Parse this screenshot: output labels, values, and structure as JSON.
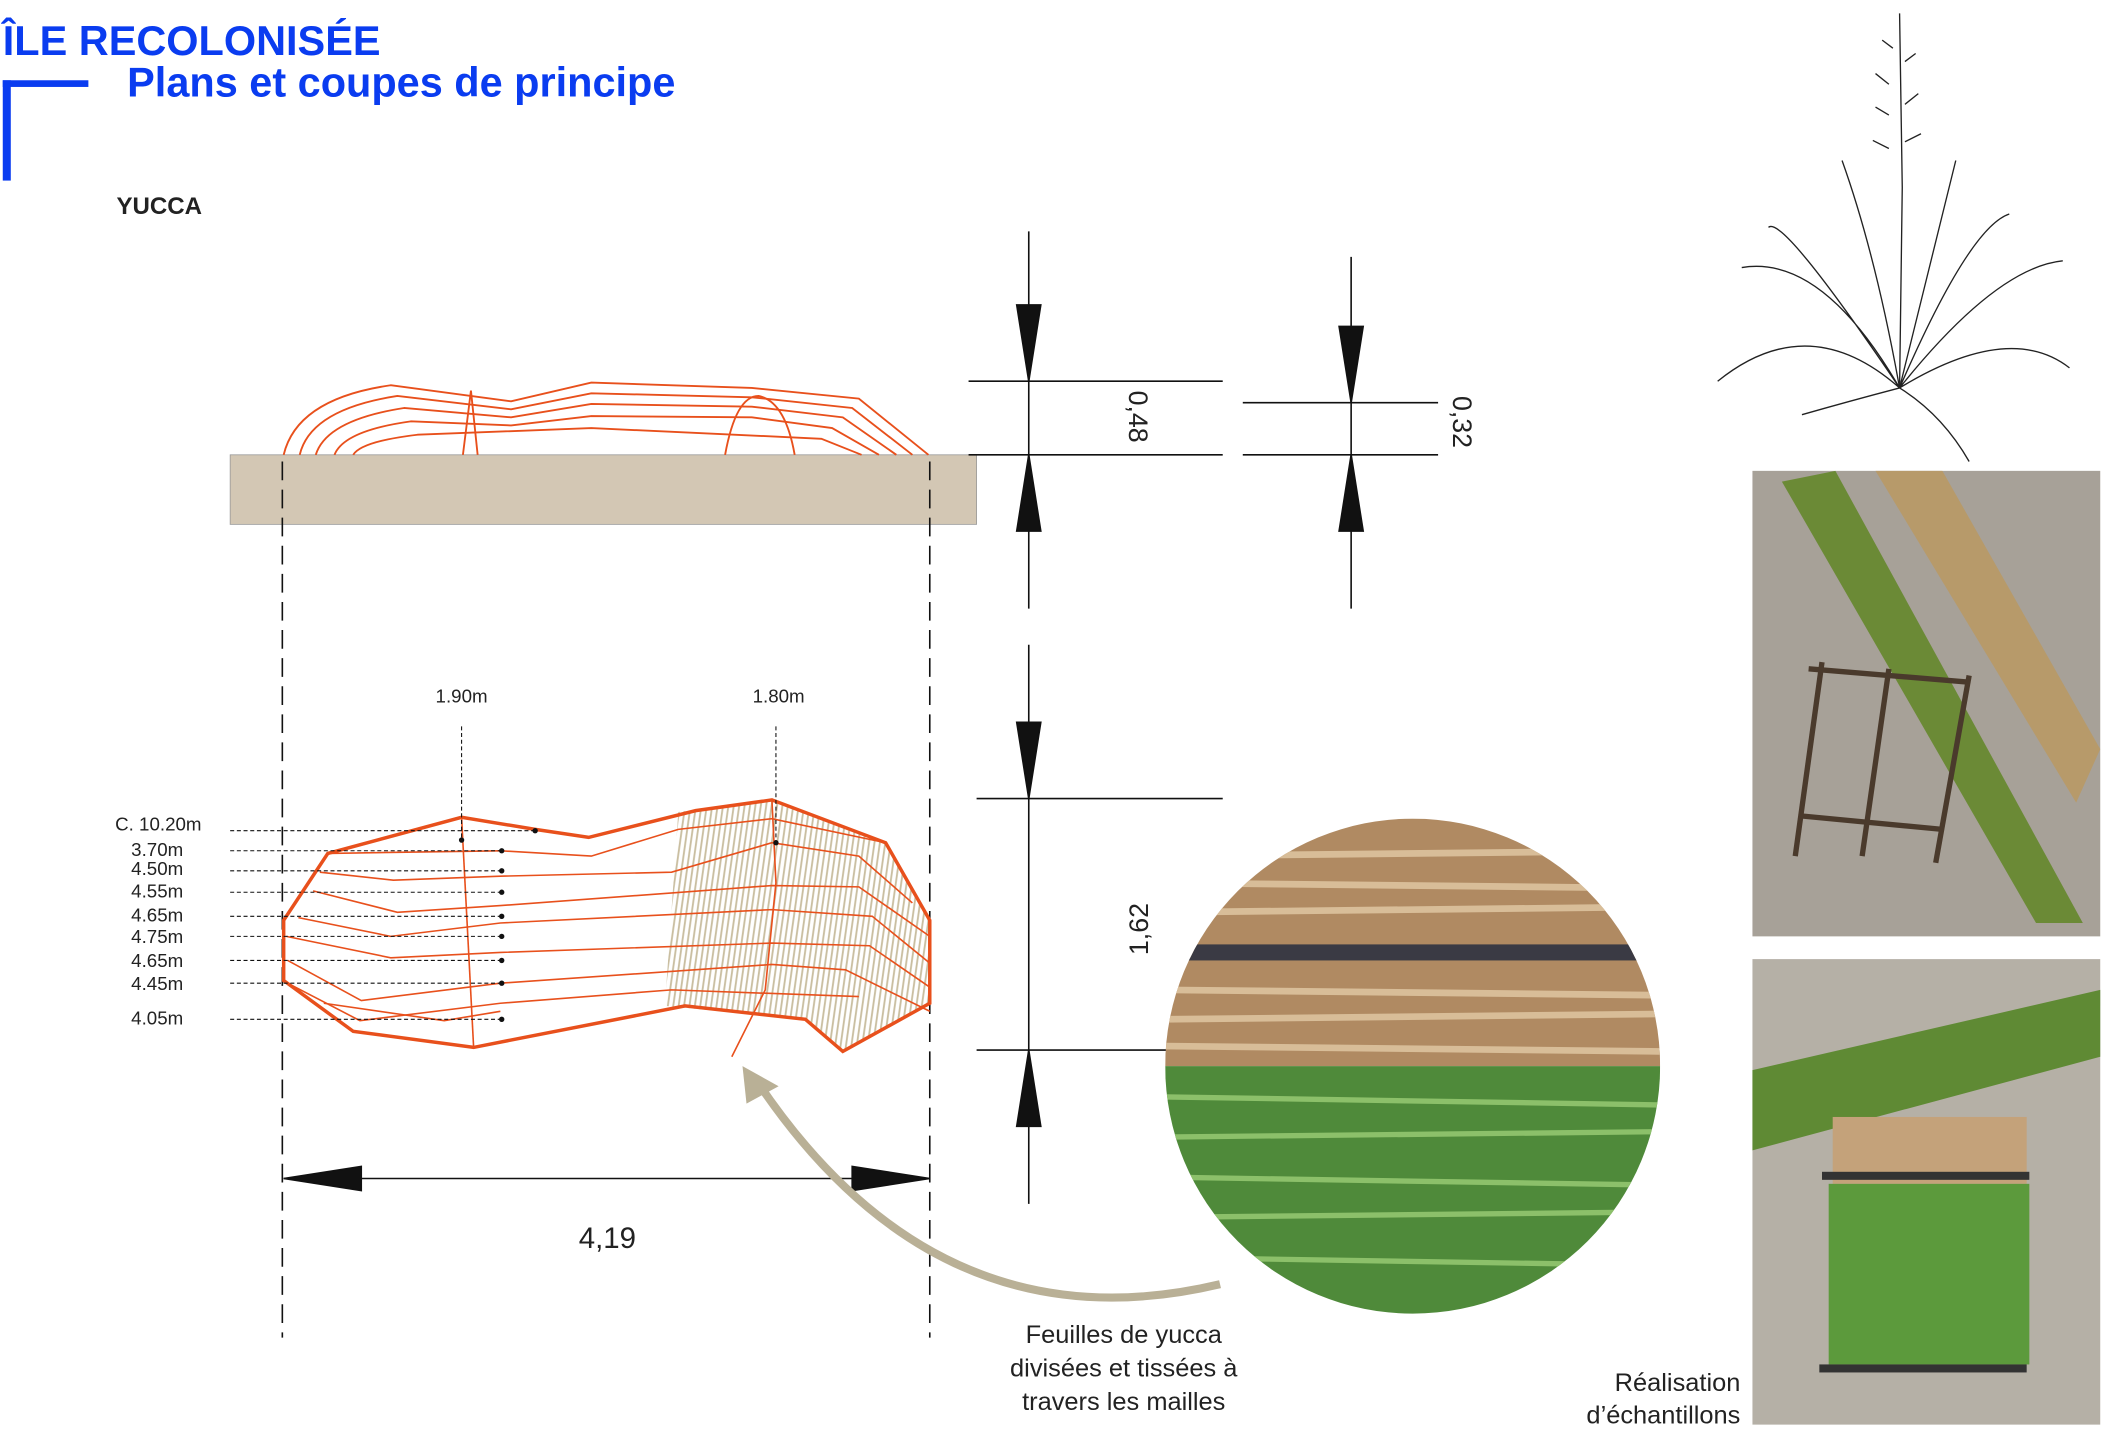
{
  "header": {
    "title": "ÎLE RECOLONISÉE",
    "subtitle": "Plans et coupes de principe",
    "section_label": "YUCCA"
  },
  "colors": {
    "accent": "#0a3cf0",
    "structure": "#e8501c",
    "ground": "#d3c7b4",
    "weave": "#c9bea0"
  },
  "dimensions": {
    "height_a": "0,48",
    "height_b": "0,32",
    "width_plan": "1,62",
    "length": "4,19"
  },
  "plan": {
    "height_labels": [
      "1.90m",
      "1.80m"
    ],
    "level_labels": [
      "C. 10.20m",
      "3.70m",
      "4.50m",
      "4.55m",
      "4.65m",
      "4.75m",
      "4.65m",
      "4.45m",
      "4.05m"
    ]
  },
  "captions": {
    "weave_lines": [
      "Feuilles de yucca",
      "divisées et tissées à",
      "travers les mailles"
    ],
    "samples_lines": [
      "Réalisation",
      "d’échantillons"
    ]
  }
}
